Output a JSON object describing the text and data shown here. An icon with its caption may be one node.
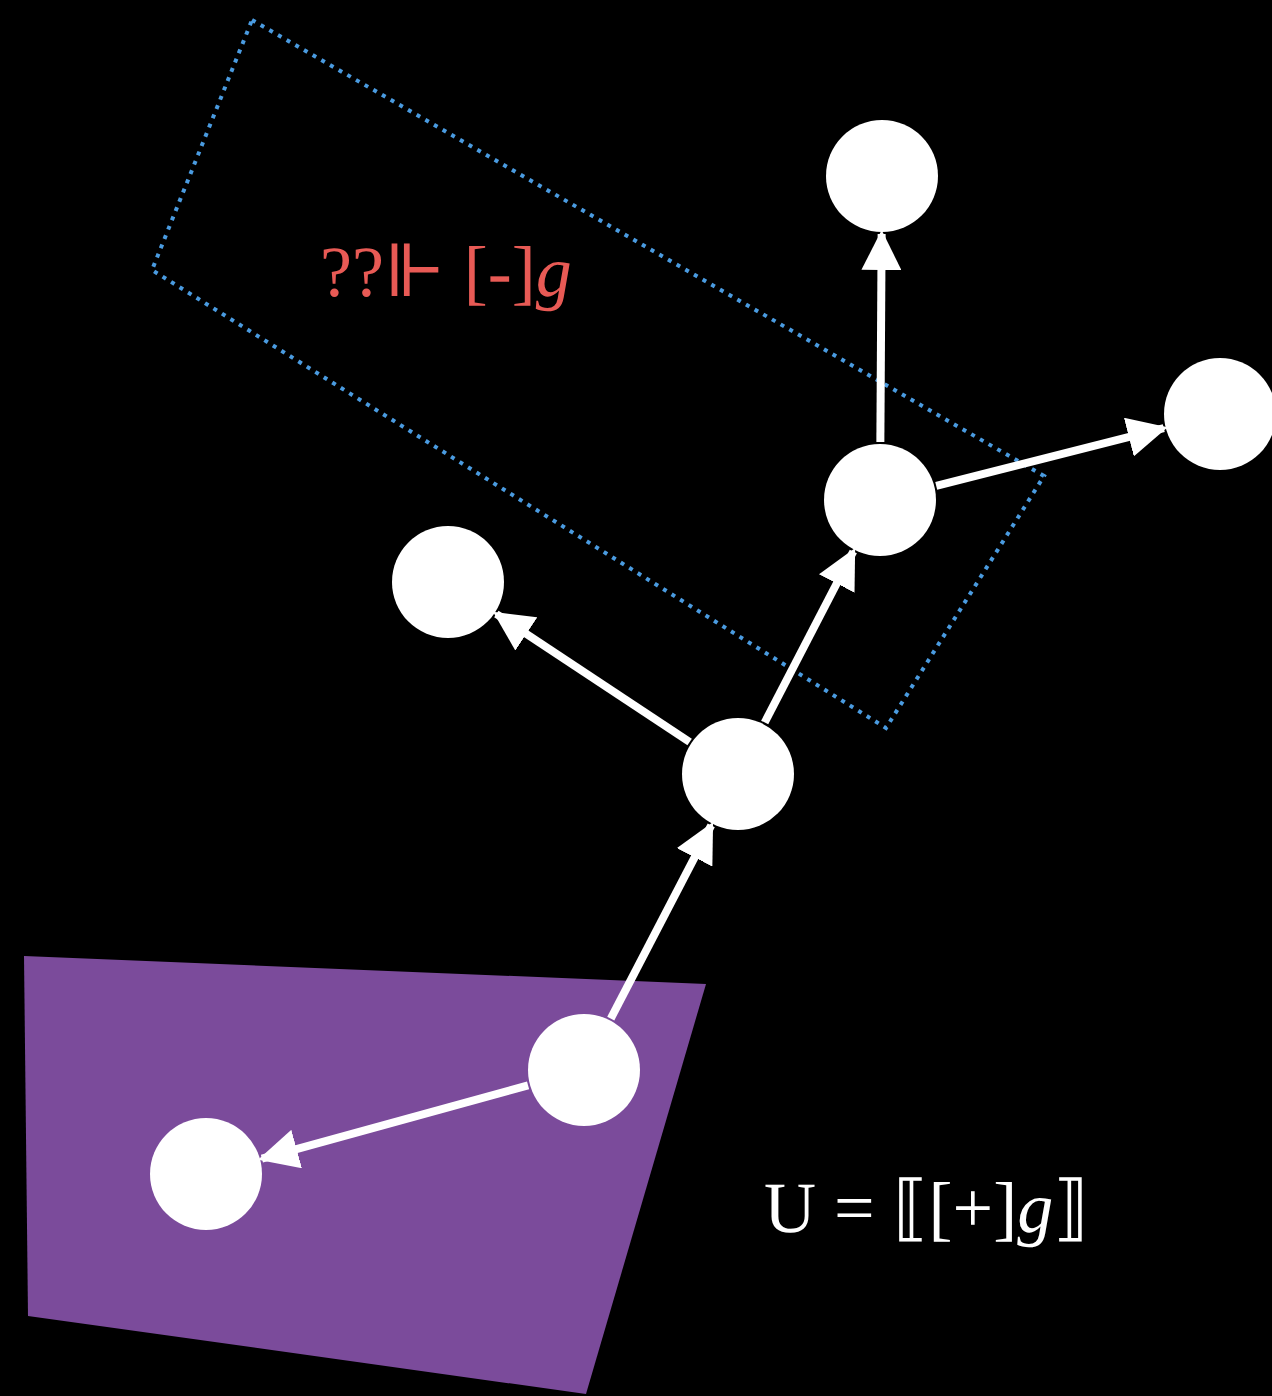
{
  "diagram": {
    "nodes": [
      {
        "text": [],
        "shape": "circle"
      },
      {
        "text": [],
        "shape": "circle"
      },
      {
        "text": [],
        "shape": "circle"
      },
      {
        "text": [],
        "shape": "circle"
      },
      {
        "text": [],
        "shape": "circle"
      },
      {
        "text": [],
        "shape": "circle"
      },
      {
        "text": [],
        "shape": "circle"
      }
    ],
    "edges": [
      {
        "from": 5,
        "to": 4,
        "arrow": "to"
      },
      {
        "from": 4,
        "to": 2,
        "arrow": "to"
      },
      {
        "from": 4,
        "to": 3,
        "arrow": "to"
      },
      {
        "from": 2,
        "to": 0,
        "arrow": "to"
      },
      {
        "from": 2,
        "to": 1,
        "arrow": "to"
      },
      {
        "from": 5,
        "to": 6,
        "arrow": "to"
      }
    ],
    "labels": [
      "??⊩ [-]*g*",
      "U = ⟦[+]*g*⟧"
    ]
  }
}
